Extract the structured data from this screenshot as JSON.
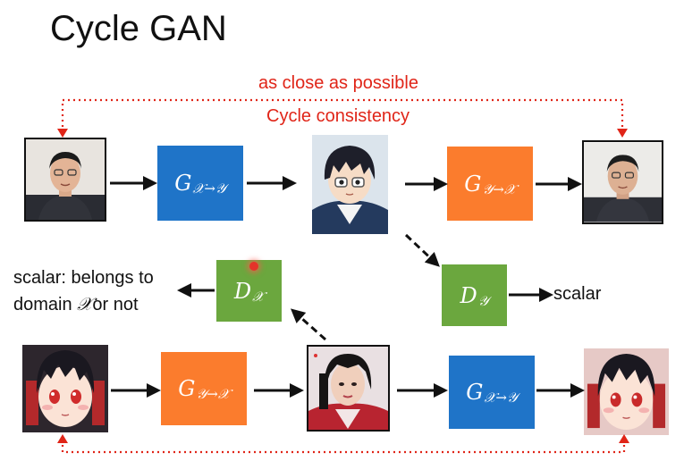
{
  "slide": {
    "title": "Cycle GAN",
    "top_label": "as close as possible",
    "cycle_label": "Cycle consistency",
    "discriminator_x_output": [
      "scalar: belongs to",
      "domain",
      "𝒳",
      "or not"
    ],
    "discriminator_y_output": "scalar"
  },
  "generators": {
    "g_xy": {
      "base": "G",
      "sub": "𝒳→𝒴"
    },
    "g_yx": {
      "base": "G",
      "sub": "𝒴→𝒳"
    }
  },
  "discriminators": {
    "d_x": {
      "base": "D",
      "sub": "𝒳"
    },
    "d_y": {
      "base": "D",
      "sub": "𝒴"
    }
  },
  "colors": {
    "generator_x_to_y": "#1f74c8",
    "generator_y_to_x": "#fb7c2d",
    "discriminator": "#6ba73e",
    "cycle_arrow": "#e02518"
  },
  "icons": [
    "real-face-photo",
    "anime-character-image",
    "anime-girl-image",
    "real-girl-photo",
    "red-pointer-dot"
  ]
}
